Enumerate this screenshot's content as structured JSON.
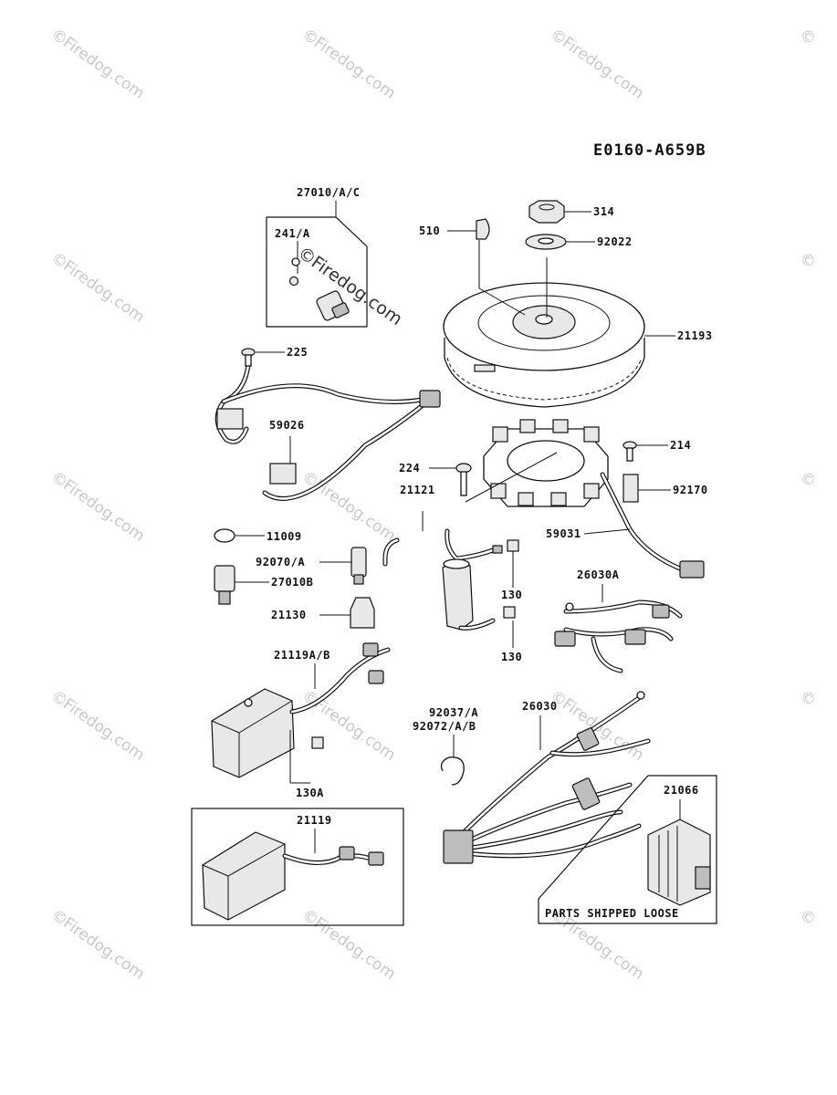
{
  "diagram_code": "E0160-A659B",
  "watermark": {
    "text": "Firedog.com",
    "symbol": "©"
  },
  "callouts": {
    "p27010": "27010/A/C",
    "p241": "241/A",
    "p510": "510",
    "p314": "314",
    "p92022": "92022",
    "p21193": "21193",
    "p225": "225",
    "p59026": "59026",
    "p214": "214",
    "p224": "224",
    "p92170": "92170",
    "p21121": "21121",
    "p59031": "59031",
    "p11009": "11009",
    "p92070": "92070/A",
    "p27010b": "27010B",
    "p130a_top": "130",
    "p130b": "130",
    "p26030a": "26030A",
    "p21130": "21130",
    "p21119ab": "21119A/B",
    "p92037": "92037/A",
    "p92072": "92072/A/B",
    "p26030": "26030",
    "p130a": "130A",
    "p21066": "21066",
    "p21119": "21119",
    "parts_shipped_loose": "PARTS SHIPPED LOOSE"
  }
}
